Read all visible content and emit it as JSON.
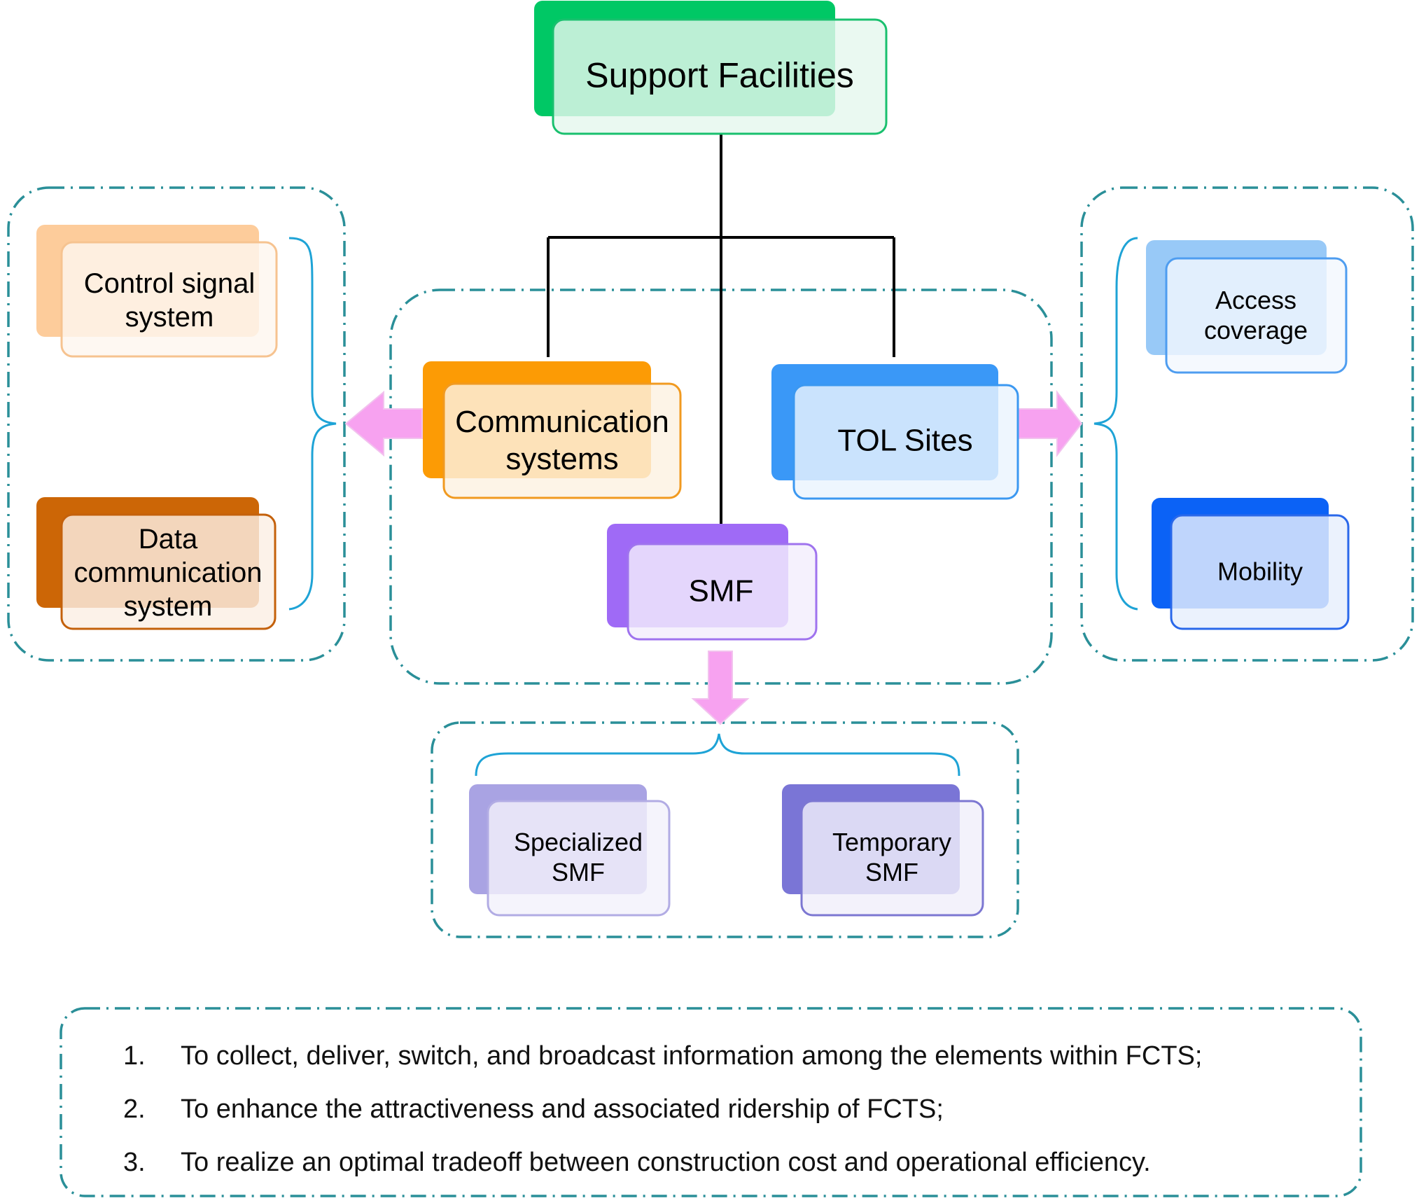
{
  "root": {
    "label": "Support Facilities",
    "colors": {
      "back": "#00c865",
      "front": "#e5f8ee",
      "border": "#19c06e"
    }
  },
  "categories": [
    {
      "label_lines": [
        "Communication",
        "systems"
      ],
      "colors": {
        "back": "#fc9b05",
        "front": "#fdf2e2",
        "border": "#f19a20"
      }
    },
    {
      "label_lines": [
        "TOL Sites"
      ],
      "colors": {
        "back": "#3a98f7",
        "front": "#eaf4fe",
        "border": "#3b98f1"
      }
    },
    {
      "label_lines": [
        "SMF"
      ],
      "colors": {
        "back": "#9f6af6",
        "front": "#f3eefd",
        "border": "#9f73ee"
      }
    }
  ],
  "communication_details": [
    {
      "label_lines": [
        "Control signal",
        "system"
      ],
      "colors": {
        "back": "#fdcc9b",
        "front": "#fef6ef",
        "border": "#f6c390"
      }
    },
    {
      "label_lines": [
        "Data",
        "communication",
        "system"
      ],
      "colors": {
        "back": "#cc6606",
        "front": "#fbefe4",
        "border": "#c4610b"
      }
    }
  ],
  "tol_details": [
    {
      "label_lines": [
        "Access",
        "coverage"
      ],
      "colors": {
        "back": "#98c9f7",
        "front": "#f3f8fe",
        "border": "#4e9df0"
      }
    },
    {
      "label_lines": [
        "Mobility"
      ],
      "colors": {
        "back": "#0b62f6",
        "front": "#e6effd",
        "border": "#2a68ea"
      }
    }
  ],
  "smf_details": [
    {
      "label_lines": [
        "Specialized",
        "SMF"
      ],
      "colors": {
        "back": "#a9a3e3",
        "front": "#f3f2fb",
        "border": "#b2ace4"
      }
    },
    {
      "label_lines": [
        "Temporary",
        "SMF"
      ],
      "colors": {
        "back": "#7a75d6",
        "front": "#f0effa",
        "border": "#7c77d2"
      }
    }
  ],
  "objectives": [
    {
      "num": "1.",
      "text": "To collect, deliver, switch, and broadcast information among the elements within FCTS;"
    },
    {
      "num": "2.",
      "text": "To enhance the attractiveness and associated ridership of FCTS;"
    },
    {
      "num": "3.",
      "text": "To realize an optimal tradeoff between construction cost and operational efficiency."
    }
  ],
  "style": {
    "region_border": "#2a8f98",
    "brace_color": "#1ea3d6",
    "arrow_fill": "#f7a2f0",
    "connector_color": "#000000"
  }
}
